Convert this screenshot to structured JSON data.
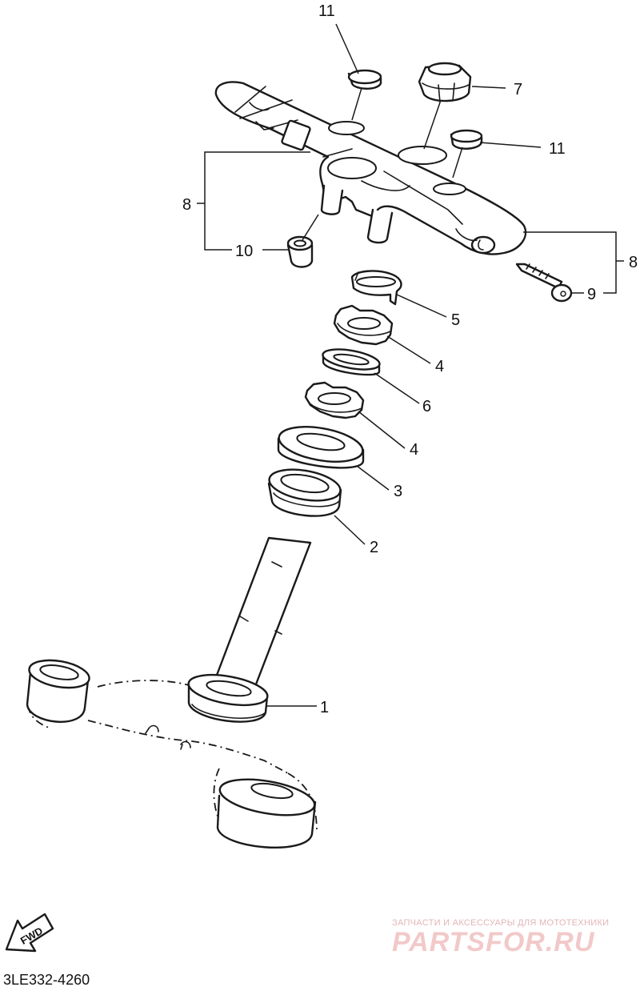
{
  "diagram_code": "3LE332-4260",
  "fwd_label": "FWD",
  "watermark": {
    "line1": "ЗАПЧАСТИ И АКСЕССУАРЫ ДЛЯ МОТОТЕХНИКИ",
    "line2": "PARTSFOR.RU"
  },
  "callouts": {
    "c1": "1",
    "c2": "2",
    "c3": "3",
    "c4a": "4",
    "c4b": "4",
    "c5": "5",
    "c6": "6",
    "c7": "7",
    "c8a": "8",
    "c8b": "8",
    "c9": "9",
    "c10": "10",
    "c11a": "11",
    "c11b": "11"
  }
}
